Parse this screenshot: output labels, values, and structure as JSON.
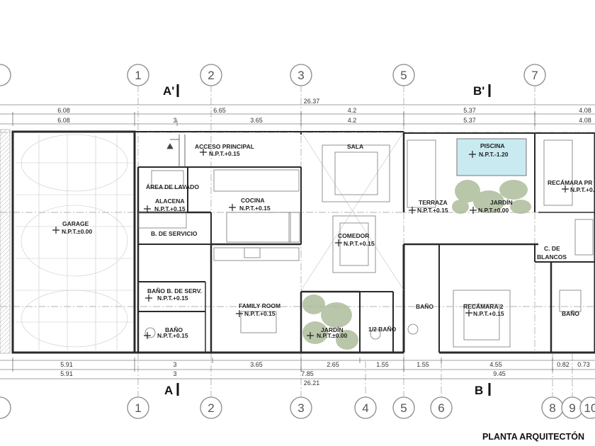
{
  "title": "PLANTA ARQUITECTÓN",
  "axes_top": [
    "1",
    "2",
    "3",
    "5",
    "7"
  ],
  "axes_bottom": [
    "1",
    "2",
    "3",
    "4",
    "5",
    "6",
    "8",
    "9",
    "10"
  ],
  "sections": {
    "a_top": "A'",
    "b_top": "B'",
    "a_bottom": "A",
    "b_bottom": "B"
  },
  "dims_top": {
    "overall": "26.37",
    "row1": [
      "6.08",
      "6.65",
      "4.2",
      "5.37",
      "4.08"
    ],
    "row2": [
      "6.08",
      "3",
      "3.65",
      "4.2",
      "5.37",
      "4.08"
    ]
  },
  "dims_bottom": {
    "row1": [
      "5.91",
      "3",
      "3.65",
      "2.65",
      "1.55",
      "1.55",
      "4.55",
      "0.82",
      "0.73"
    ],
    "row2": [
      "5.91",
      "3",
      "7.85",
      "9.45"
    ],
    "overall": "26.21"
  },
  "rooms": {
    "acceso": {
      "name": "ACCESO PRINCIPAL",
      "level": "N.P.T.+0.15"
    },
    "sala": {
      "name": "SALA"
    },
    "piscina": {
      "name": "PISCINA",
      "level": "N.P.T.-1.20"
    },
    "recamara_p": {
      "name": "RECÁMARA PR",
      "level": "N.P.T.+0."
    },
    "lavado": {
      "name": "ÁREA DE LAVADO"
    },
    "alacena": {
      "name": "ALACENA",
      "level": "N.P.T.+0.15"
    },
    "cocina": {
      "name": "COCINA",
      "level": "N.P.T.+0.15"
    },
    "terraza": {
      "name": "TERRAZA",
      "level": "N.P.T.+0.15"
    },
    "jardin1": {
      "name": "JARDÍN",
      "level": "N.P.T.±0.00"
    },
    "garage": {
      "name": "GARAGE",
      "level": "N.P.T.±0.00"
    },
    "comedor": {
      "name": "COMEDOR",
      "level": "N.P.T.+0.15"
    },
    "servicio": {
      "name": "B. DE SERVICIO"
    },
    "cblancos": {
      "name": "C. DE",
      "name2": "BLANCOS"
    },
    "bano_serv": {
      "name": "BAÑO B. DE SERV.",
      "level": "N.P.T.+0.15"
    },
    "family": {
      "name": "FAMILY ROOM",
      "level": "N.P.T.+0.15"
    },
    "bano1": {
      "name": "BAÑO"
    },
    "recamara2": {
      "name": "RECÁMARA 2",
      "level": "N.P.T.+0.15"
    },
    "bano2": {
      "name": "BAÑO"
    },
    "bano3": {
      "name": "BAÑO",
      "level": "N.P.T.+0.15"
    },
    "jardin2": {
      "name": "JARDÍN",
      "level": "N.P.T.±0.00"
    },
    "medio_bano": {
      "name": "1/2 BAÑO"
    }
  }
}
